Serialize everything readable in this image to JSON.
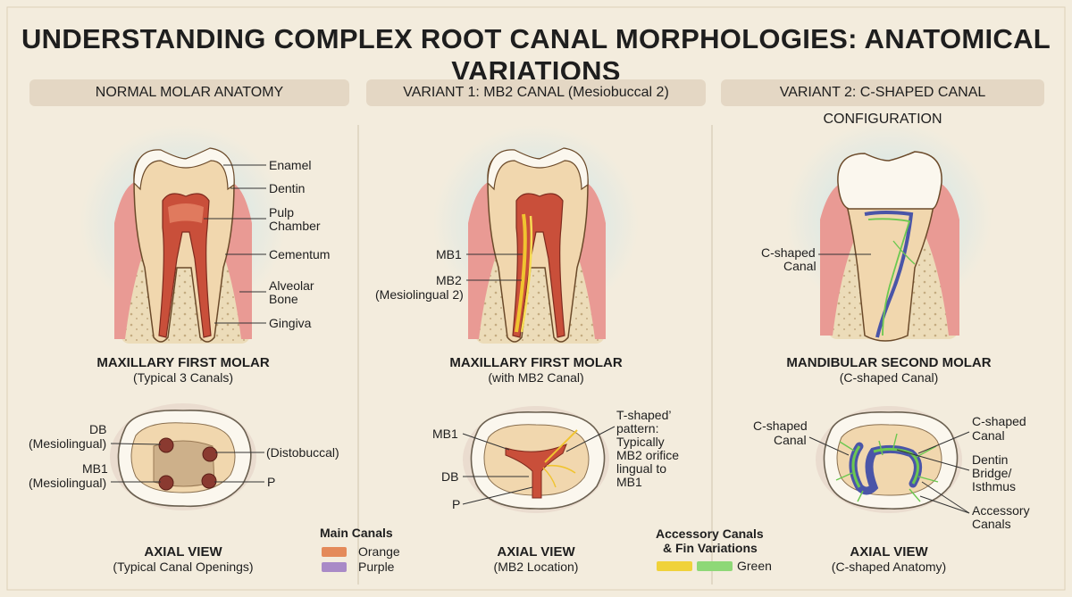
{
  "title": "UNDERSTANDING COMPLEX ROOT CANAL MORPHOLOGIES: ANATOMICAL VARIATIONS",
  "sections": {
    "normal": "NORMAL MOLAR ANATOMY",
    "variant1": "VARIANT 1: MB2 CANAL (Mesiobuccal 2)",
    "variant2": "VARIANT 2: C-SHAPED CANAL CONFIGURATION"
  },
  "normal_labels": {
    "enamel": "Enamel",
    "dentin": "Dentin",
    "pulp1": "Pulp",
    "pulp2": "Chamber",
    "cementum": "Cementum",
    "bone1": "Alveolar",
    "bone2": "Bone",
    "gingiva": "Gingiva"
  },
  "normal_caption": {
    "title": "MAXILLARY FIRST MOLAR",
    "sub": "(Typical 3 Canals)"
  },
  "normal_axial_labels": {
    "db": "DB",
    "ml1": "(Mesiolingual)",
    "mb1": "MB1",
    "ml2": "(Mesiolingual)",
    "distobuccal": "(Distobuccal)",
    "p": "P"
  },
  "normal_axial_caption": {
    "title": "AXIAL VIEW",
    "sub": "(Typical Canal Openings)"
  },
  "v1_labels": {
    "mb1": "MB1",
    "mb2": "MB2",
    "ml2": "(Mesiolingual 2)"
  },
  "v1_caption": {
    "title": "MAXILLARY FIRST MOLAR",
    "sub": "(with MB2 Canal)"
  },
  "v1_axial_labels": {
    "mb1": "MB1",
    "db": "DB",
    "p": "P",
    "t1": "T-shaped’",
    "t2": "pattern:",
    "t3": "Typically",
    "t4": "MB2 orifice",
    "t5": "lingual to",
    "t6": "MB1"
  },
  "v1_axial_caption": {
    "title": "AXIAL VIEW",
    "sub": "(MB2 Location)"
  },
  "v2_labels": {
    "c1": "C-shaped",
    "c2": "Canal"
  },
  "v2_caption": {
    "title": "MANDIBULAR SECOND MOLAR",
    "sub": "(C-shaped Canal)"
  },
  "v2_axial_labels": {
    "left1": "C-shaped",
    "left2": "Canal",
    "right1": "C-shaped",
    "right2": "Canal",
    "dentin1": "Dentin",
    "dentin2": "Bridge/",
    "dentin3": "Isthmus",
    "acc1": "Accessory",
    "acc2": "Canals"
  },
  "v2_axial_caption": {
    "title": "AXIAL VIEW",
    "sub": "(C-shaped Anatomy)"
  },
  "legend_main": {
    "title": "Main Canals",
    "orange": "Orange",
    "purple": "Purple"
  },
  "legend_acc": {
    "title1": "Accessory Canals",
    "title2": "& Fin Variations",
    "green": "Green"
  },
  "colors": {
    "orange": "#e48a5a",
    "purple": "#a98ac7",
    "yellow": "#f0d23a",
    "green": "#8ed877",
    "pulp": "#b54a3a",
    "dentin": "#f1d7ae",
    "enamel": "#fbf7ee",
    "gum": "#e99a94",
    "c_blue": "#4a55a8",
    "c_green": "#6cc850"
  }
}
